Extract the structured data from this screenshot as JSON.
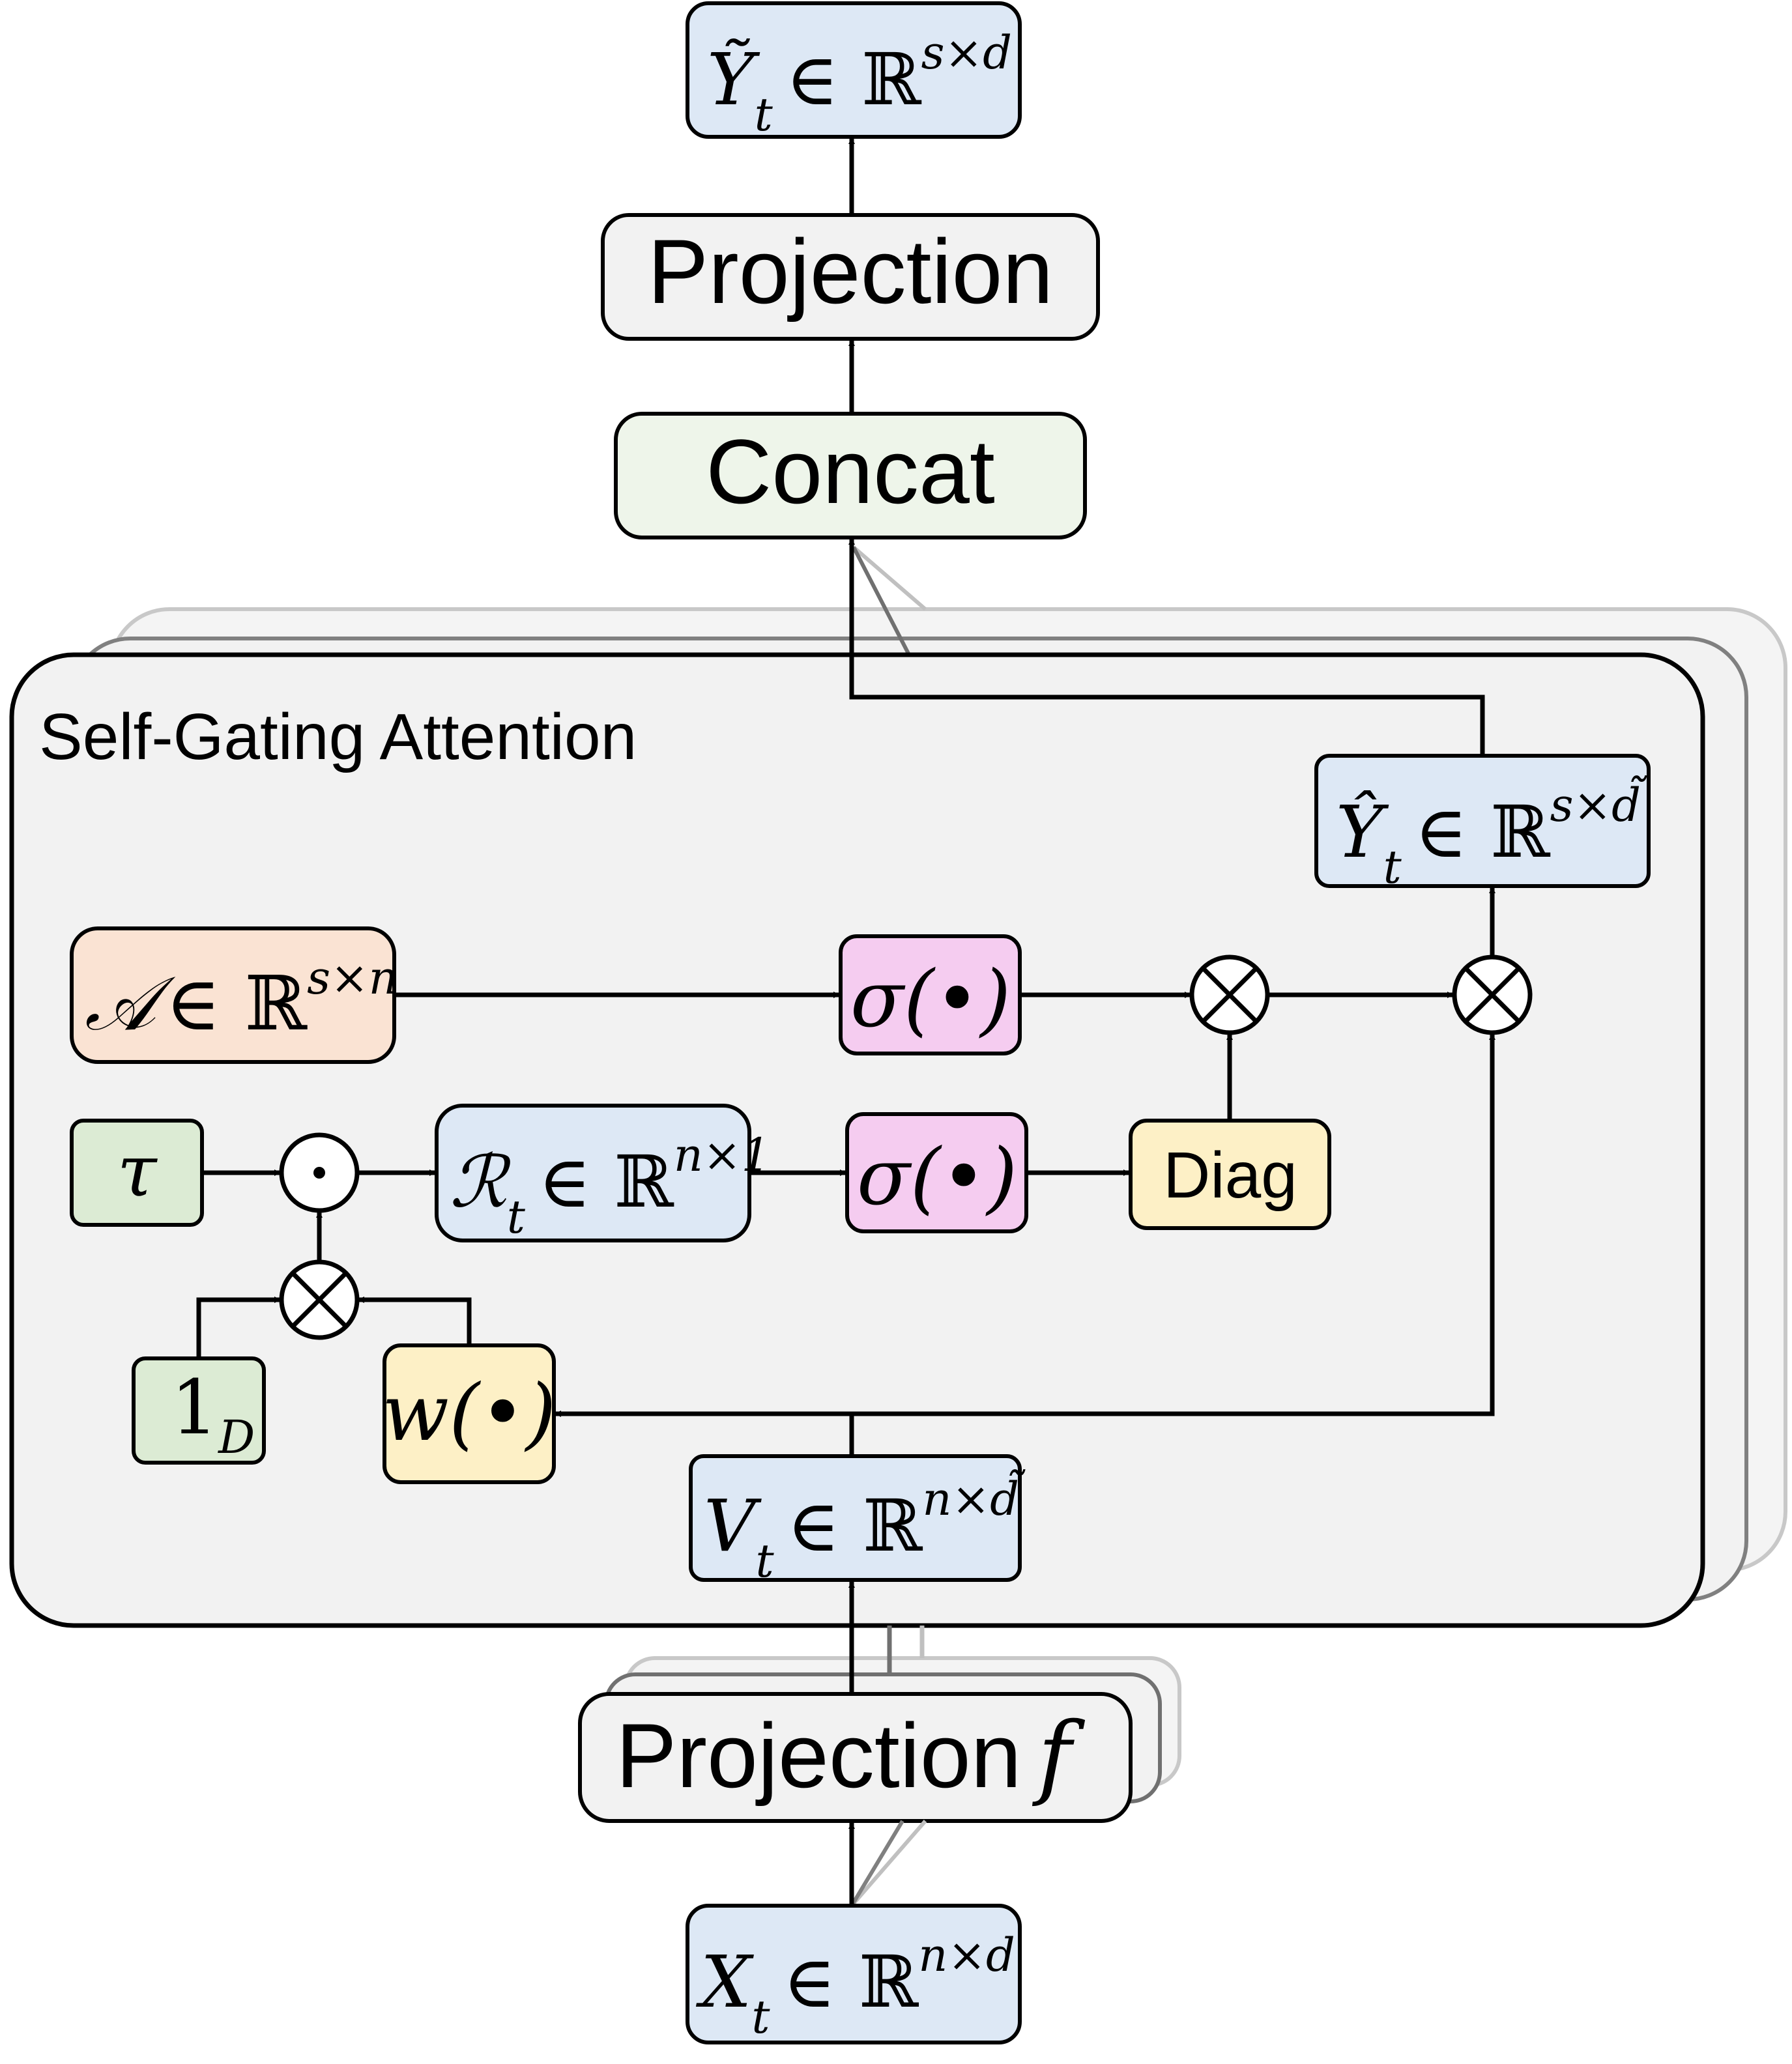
{
  "colors": {
    "blue_fill": "#dde8f5",
    "gray_fill": "#f2f2f2",
    "green_fill": "#eef5ea",
    "green_dark_fill": "#dcebd4",
    "orange_fill": "#fae3d3",
    "pink_fill": "#f5ccf0",
    "yellow_fill": "#fdf0c6",
    "panel_fill": "#f2f2f2",
    "stroke": "#000000",
    "shadow_stroke": "#bbbbbb"
  },
  "nodes": {
    "y_tilde": {
      "main": "Ỹ",
      "sub": "t",
      "member": "∈ ℝ",
      "sup": "s×d"
    },
    "projection_top": {
      "label": "Projection"
    },
    "concat": {
      "label": "Concat"
    },
    "panel": {
      "title": "Self-Gating Attention"
    },
    "y_hat": {
      "main": "Ŷ",
      "sub": "t",
      "member": "∈ ℝ",
      "sup": "s×d̃"
    },
    "a_matrix": {
      "main": "𝒜",
      "member": "∈ ℝ",
      "sup": "s×n"
    },
    "sigma_1": {
      "label": "σ(•)"
    },
    "sigma_2": {
      "label": "σ(•)"
    },
    "tau": {
      "label": "τ"
    },
    "r_matrix": {
      "main": "ℛ",
      "sub": "t",
      "member": "∈ ℝ",
      "sup": "n×1"
    },
    "diag": {
      "label": "Diag"
    },
    "one_d": {
      "main": "1",
      "sub": "D"
    },
    "w_func": {
      "label": "w(•)"
    },
    "v_matrix": {
      "main": "V",
      "sub": "t",
      "member": "∈ ℝ",
      "sup": "n×d̃"
    },
    "projection_f": {
      "label": "Projection",
      "var": "f"
    },
    "x_input": {
      "main": "X",
      "sub": "t",
      "member": "∈ ℝ",
      "sup": "n×d"
    }
  },
  "operators": {
    "multiply": "⊗",
    "hadamard": "⊙"
  }
}
